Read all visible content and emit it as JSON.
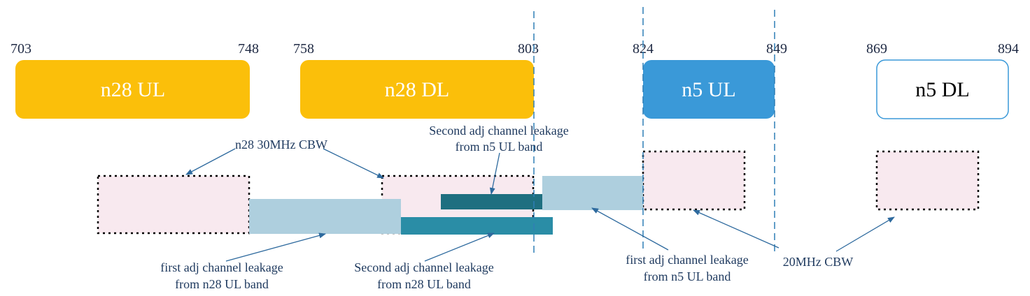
{
  "freq_markers": [
    "703",
    "748",
    "758",
    "803",
    "824",
    "849",
    "869",
    "894"
  ],
  "bands": {
    "n28_ul": {
      "label": "n28 UL",
      "fill": "#fbbf0a",
      "text": "#ffffff"
    },
    "n28_dl": {
      "label": "n28 DL",
      "fill": "#fbbf0a",
      "text": "#ffffff"
    },
    "n5_ul": {
      "label": "n5 UL",
      "fill": "#3a99d8",
      "text": "#ffffff"
    },
    "n5_dl": {
      "label": "n5 DL",
      "fill": "#ffffff",
      "text": "#000000",
      "border": "#3a99d8"
    }
  },
  "annotations": {
    "n28_cbw": "n28 30MHz CBW",
    "second_adj_n5": [
      "Second adj channel leakage",
      "from n5 UL band"
    ],
    "first_adj_n28": [
      "first adj channel leakage",
      "from n28 UL band"
    ],
    "second_adj_n28": [
      "Second adj channel leakage",
      "from n28 UL band"
    ],
    "first_adj_n5": [
      "first adj channel leakage",
      "from n5 UL band"
    ],
    "cbw_20": "20MHz CBW"
  },
  "colors": {
    "cbw_fill": "#f8e9ef",
    "first_adj_leak": "#aecfde",
    "second_adj_n28": "#2a8da6",
    "second_adj_n5": "#1f6f80",
    "callout": "#2e6a9e",
    "guide_line": "#2f7fb5"
  }
}
